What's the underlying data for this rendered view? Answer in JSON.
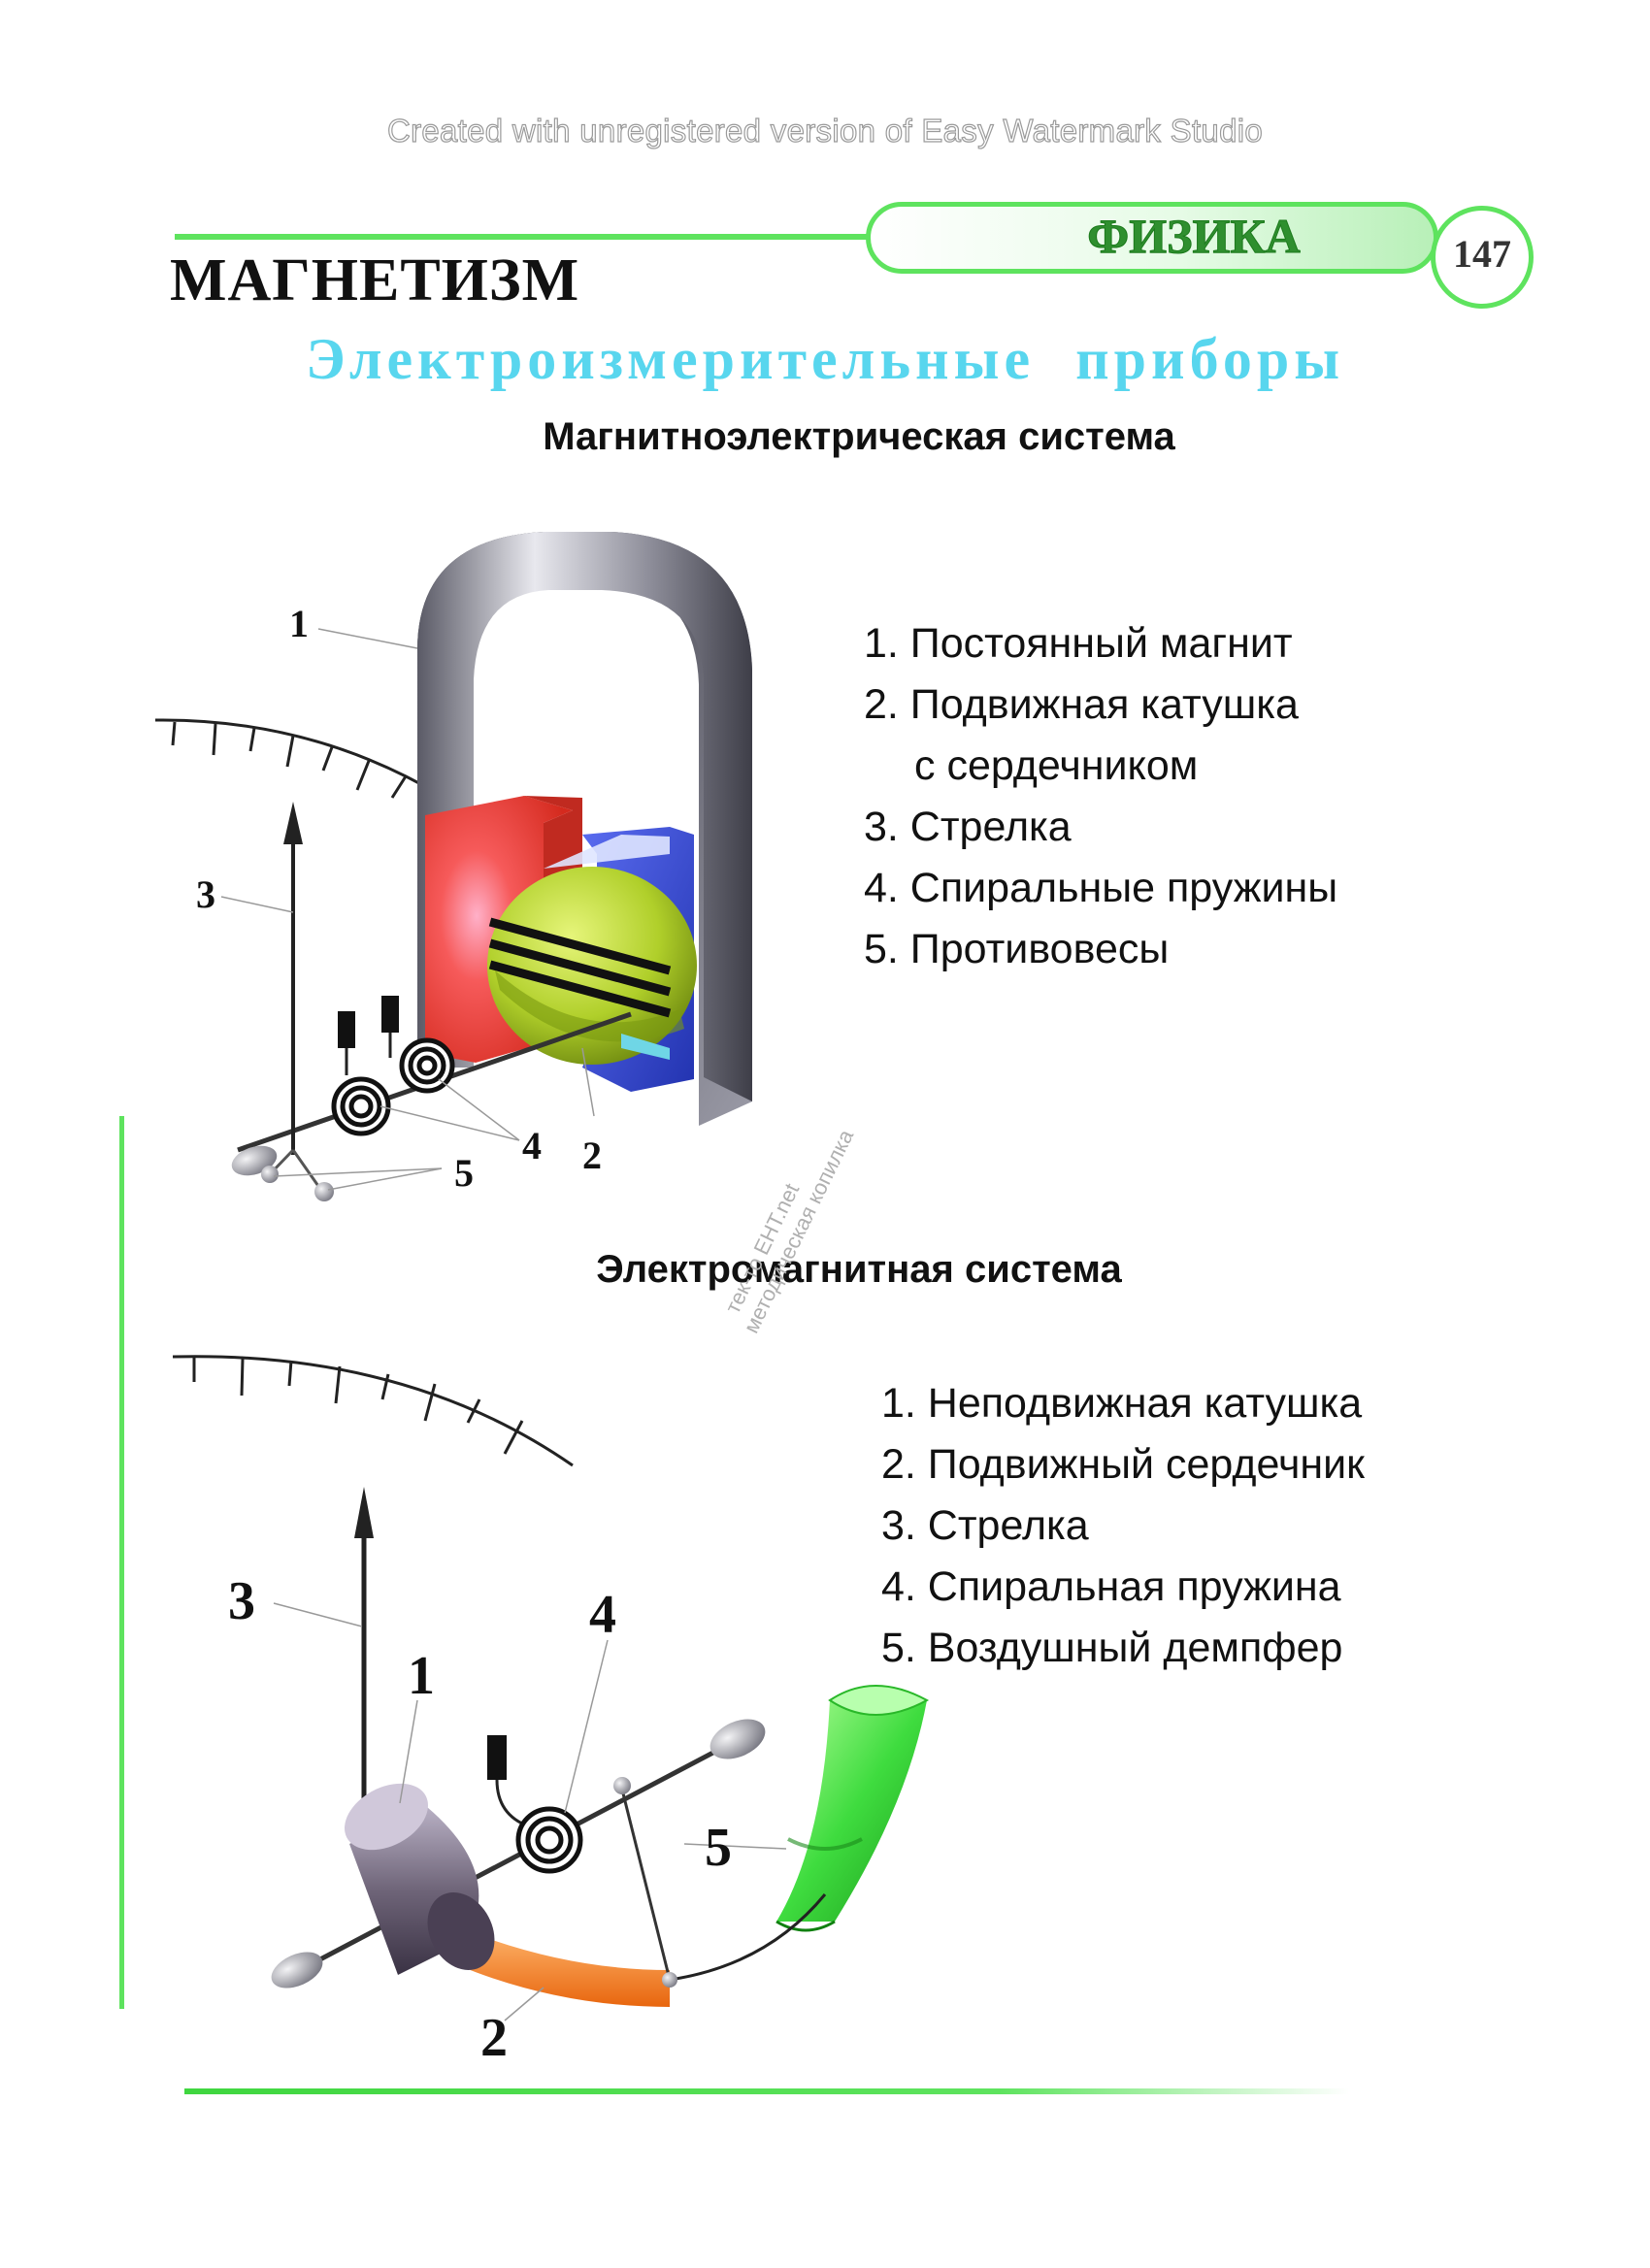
{
  "watermark": "Created with unregistered version of Easy Watermark Studio",
  "header": {
    "subject": "ФИЗИКА",
    "page_number": "147",
    "chapter": "МАГНЕТИЗМ",
    "topic": "Электроизмерительные приборы"
  },
  "side_watermark": [
    "тек-то EHT.net",
    "методическая копилка"
  ],
  "sections": [
    {
      "heading": "Магнитноэлектрическая система",
      "legend": [
        "1. Постоянный магнит",
        "2. Подвижная катушка",
        "с сердечником",
        "3. Стрелка",
        "4. Спиральные пружины",
        "5. Противовесы"
      ],
      "callouts": [
        "1",
        "3",
        "4",
        "2",
        "5"
      ]
    },
    {
      "heading": "Электромагнитная система",
      "legend": [
        "1. Неподвижная катушка",
        "2. Подвижный сердечник",
        "3. Стрелка",
        "4. Спиральная пружина",
        "5. Воздушный демпфер"
      ],
      "callouts": [
        "3",
        "4",
        "1",
        "5",
        "2"
      ]
    }
  ],
  "colors": {
    "accent_green": "#5ee35e",
    "topic_cyan": "#58d6ee",
    "magnet_red": "#f2443a",
    "magnet_blue": "#3a4fd6",
    "coil_yellow": "#c9e63a",
    "core_orange": "#f58a2a",
    "damper_green": "#3fd63f"
  }
}
